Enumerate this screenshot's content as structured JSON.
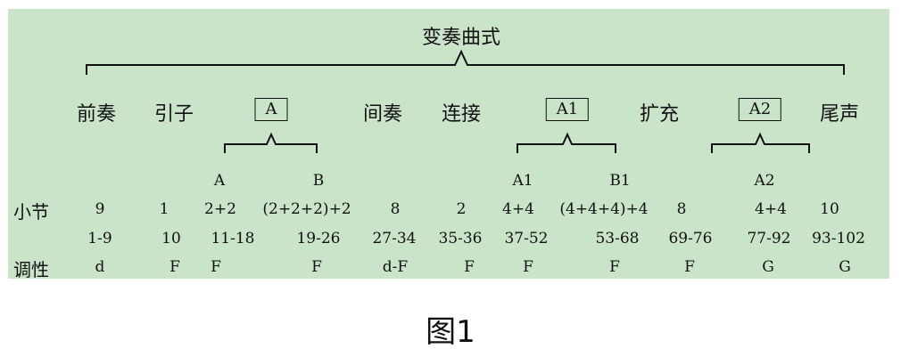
{
  "title": "变奏曲式",
  "sections": [
    {
      "label": "前奏",
      "boxed": false
    },
    {
      "label": "引子",
      "boxed": false
    },
    {
      "label": "A",
      "boxed": true
    },
    {
      "label": "间奏",
      "boxed": false
    },
    {
      "label": "连接",
      "boxed": false
    },
    {
      "label": "A1",
      "boxed": true
    },
    {
      "label": "扩充",
      "boxed": false
    },
    {
      "label": "A2",
      "boxed": true
    },
    {
      "label": "尾声",
      "boxed": false
    }
  ],
  "subsections": [
    "A",
    "B",
    "A1",
    "B1",
    "A2"
  ],
  "rows": {
    "bars_label": "小节",
    "bars": [
      "9",
      "1",
      "2+2",
      "(2+2+2)+2",
      "8",
      "2",
      "4+4",
      "(4+4+4)+4",
      "8",
      "4+4",
      "10"
    ],
    "ranges": [
      "1-9",
      "10",
      "11-18",
      "19-26",
      "27-34",
      "35-36",
      "37-52",
      "53-68",
      "69-76",
      "77-92",
      "93-102"
    ],
    "key_label": "调性",
    "keys": [
      "d",
      "F",
      "F",
      "F",
      "d-F",
      "F",
      "F",
      "F",
      "F",
      "G",
      "G"
    ]
  },
  "caption": "图1",
  "colors": {
    "panel": "#c9e4c9",
    "ink": "#111111"
  }
}
